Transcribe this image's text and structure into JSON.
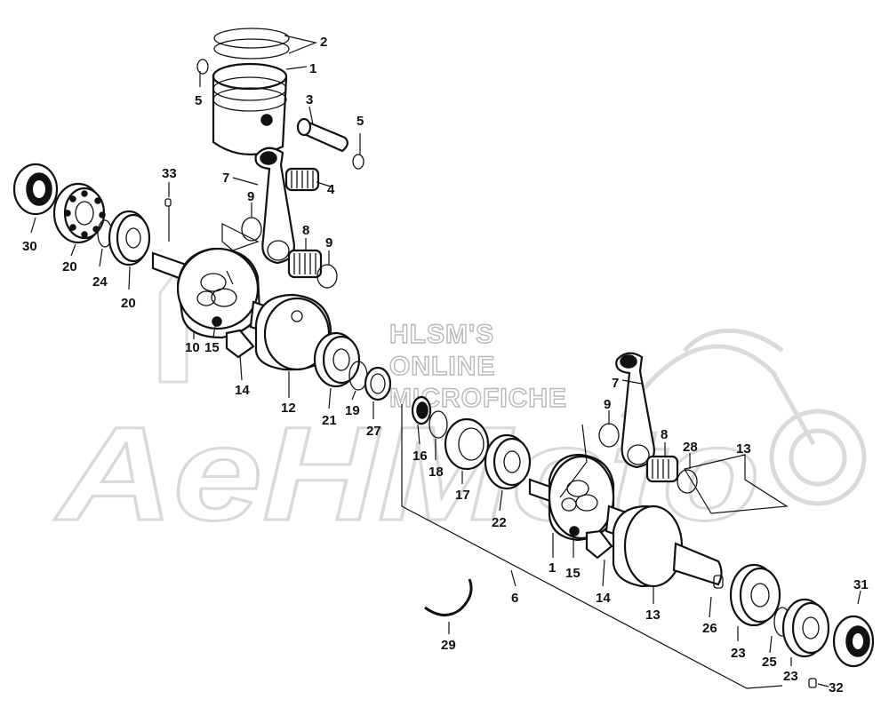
{
  "watermark": {
    "brand": "AeHMoto",
    "line1": "HLSM'S",
    "line2": "ONLINE",
    "line3": "MICROFICHE"
  },
  "callouts": [
    {
      "id": "c1",
      "text": "1"
    },
    {
      "id": "c2",
      "text": "2"
    },
    {
      "id": "c3",
      "text": "3"
    },
    {
      "id": "c4",
      "text": "4"
    },
    {
      "id": "c5a",
      "text": "5"
    },
    {
      "id": "c5b",
      "text": "5"
    },
    {
      "id": "c7a",
      "text": "7"
    },
    {
      "id": "c9a",
      "text": "9"
    },
    {
      "id": "c8a",
      "text": "8"
    },
    {
      "id": "c9b",
      "text": "9"
    },
    {
      "id": "c33",
      "text": "33"
    },
    {
      "id": "c30",
      "text": "30"
    },
    {
      "id": "c20a",
      "text": "20"
    },
    {
      "id": "c24",
      "text": "24"
    },
    {
      "id": "c20b",
      "text": "20"
    },
    {
      "id": "c10",
      "text": "10"
    },
    {
      "id": "c15a",
      "text": "15"
    },
    {
      "id": "c14a",
      "text": "14"
    },
    {
      "id": "c12",
      "text": "12"
    },
    {
      "id": "c21",
      "text": "21"
    },
    {
      "id": "c19",
      "text": "19"
    },
    {
      "id": "c27",
      "text": "27"
    },
    {
      "id": "c16",
      "text": "16"
    },
    {
      "id": "c18",
      "text": "18"
    },
    {
      "id": "c17",
      "text": "17"
    },
    {
      "id": "c22",
      "text": "22"
    },
    {
      "id": "c7b",
      "text": "7"
    },
    {
      "id": "c9c",
      "text": "9"
    },
    {
      "id": "c8b",
      "text": "8"
    },
    {
      "id": "c28",
      "text": "28"
    },
    {
      "id": "c13a",
      "text": "13"
    },
    {
      "id": "c1b",
      "text": "1"
    },
    {
      "id": "c15b",
      "text": "15"
    },
    {
      "id": "c14b",
      "text": "14"
    },
    {
      "id": "c13b",
      "text": "13"
    },
    {
      "id": "c6",
      "text": "6"
    },
    {
      "id": "c29",
      "text": "29"
    },
    {
      "id": "c26",
      "text": "26"
    },
    {
      "id": "c23a",
      "text": "23"
    },
    {
      "id": "c25",
      "text": "25"
    },
    {
      "id": "c23b",
      "text": "23"
    },
    {
      "id": "c31",
      "text": "31"
    },
    {
      "id": "c32",
      "text": "32"
    }
  ]
}
